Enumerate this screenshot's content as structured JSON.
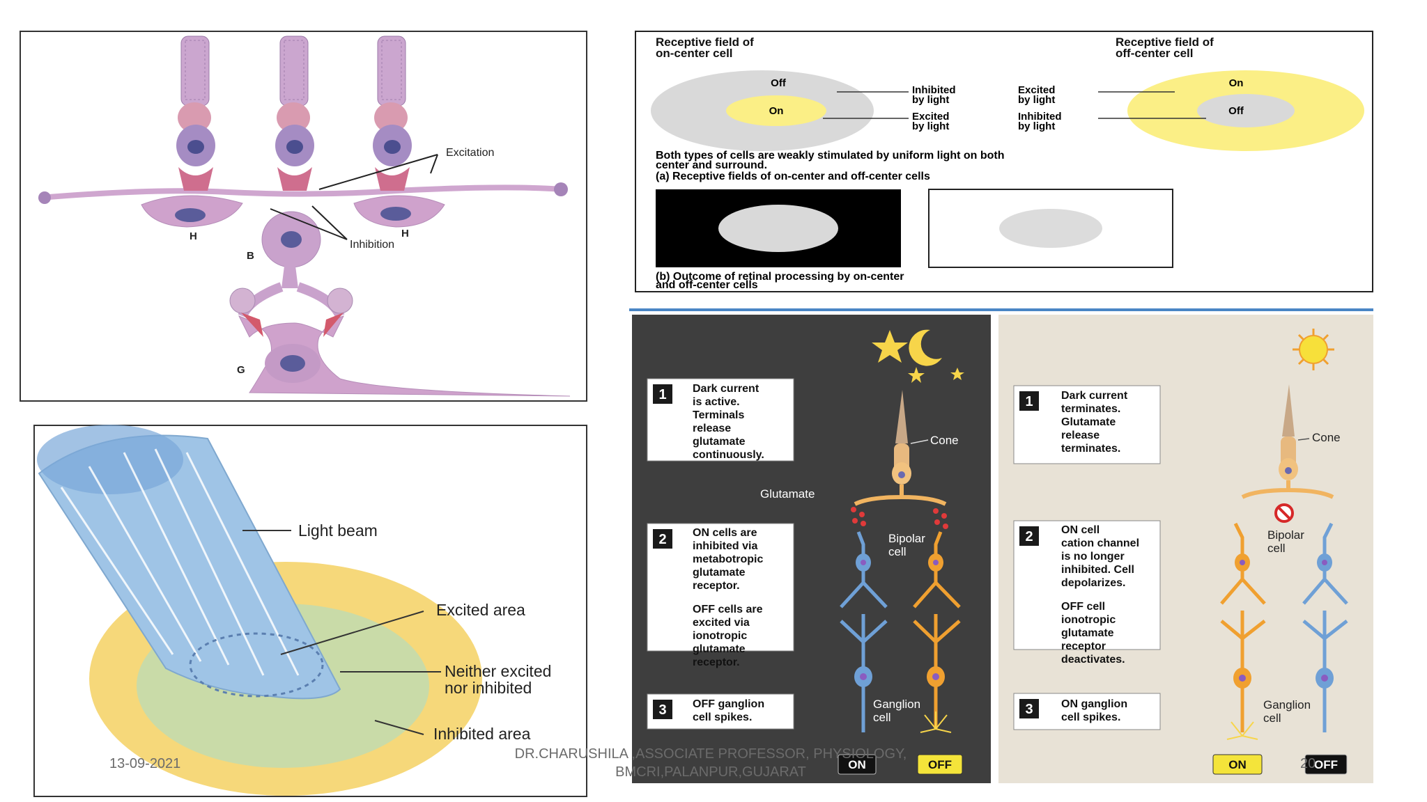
{
  "retina_diagram": {
    "excitation": "Excitation",
    "inhibition": "Inhibition",
    "label_h_left": "H",
    "label_h_right": "H",
    "label_b": "B",
    "label_g": "G"
  },
  "receptive_fields": {
    "on_center_title": [
      "Receptive field of",
      "on-center cell"
    ],
    "off_center_title": [
      "Receptive field of",
      "off-center cell"
    ],
    "on_ring_off": "Off",
    "on_ring_on": "On",
    "off_ring_on": "On",
    "off_ring_off": "Off",
    "inhibited_left": [
      "Inhibited",
      "by light"
    ],
    "excited_left": [
      "Excited",
      "by light"
    ],
    "excited_right": [
      "Excited",
      "by light"
    ],
    "inhibited_right": [
      "Inhibited",
      "by light"
    ],
    "both_types": [
      "Both types of cells are weakly stimulated by uniform light on both",
      "center and surround."
    ],
    "caption_a": "(a)  Receptive fields of on-center and off-center cells",
    "caption_b": [
      "(b)  Outcome of retinal processing by on-center",
      "and off-center cells"
    ],
    "colors": {
      "yellow": "#fbef86",
      "gray": "#d9d9d9"
    }
  },
  "light_beam": {
    "light_beam": "Light beam",
    "excited_area": "Excited area",
    "neither": [
      "Neither excited",
      "nor inhibited"
    ],
    "inhibited_area": "Inhibited area",
    "colors": {
      "outer": "#f6d87a",
      "middle": "#c9dba8",
      "beam": "#9fc4e6"
    }
  },
  "dark_panel": {
    "step1": [
      "Dark current",
      "is active.",
      "Terminals",
      "release",
      "glutamate",
      "continuously."
    ],
    "step2": [
      "ON cells are",
      "inhibited via",
      "metabotropic",
      "glutamate",
      "receptor.",
      "",
      "OFF cells are",
      "excited via",
      "ionotropic",
      "glutamate",
      "receptor."
    ],
    "step3": [
      "OFF ganglion",
      "cell spikes."
    ],
    "cone": "Cone",
    "glutamate": "Glutamate",
    "bipolar": [
      "Bipolar",
      "cell"
    ],
    "ganglion": [
      "Ganglion",
      "cell"
    ],
    "on_badge": "ON",
    "off_badge": "OFF"
  },
  "light_panel": {
    "step1": [
      "Dark current",
      "terminates.",
      "Glutamate",
      "release",
      "terminates."
    ],
    "step2": [
      "ON cell",
      "cation channel",
      "is no longer",
      "inhibited. Cell",
      "depolarizes.",
      "",
      "OFF cell",
      "ionotropic",
      "glutamate",
      "receptor",
      "deactivates."
    ],
    "step3": [
      "ON ganglion",
      "cell spikes."
    ],
    "cone": "Cone",
    "bipolar": [
      "Bipolar",
      "cell"
    ],
    "ganglion": [
      "Ganglion",
      "cell"
    ],
    "on_badge": "ON",
    "off_badge": "OFF"
  },
  "footer": {
    "date": "13-09-2021",
    "author_line1": "DR.CHARUSHILA ,ASSOCIATE PROFESSOR, PHYSIOLOGY,",
    "author_line2": "BMCRI,PALANPUR,GUJARAT",
    "page_number": "20"
  }
}
